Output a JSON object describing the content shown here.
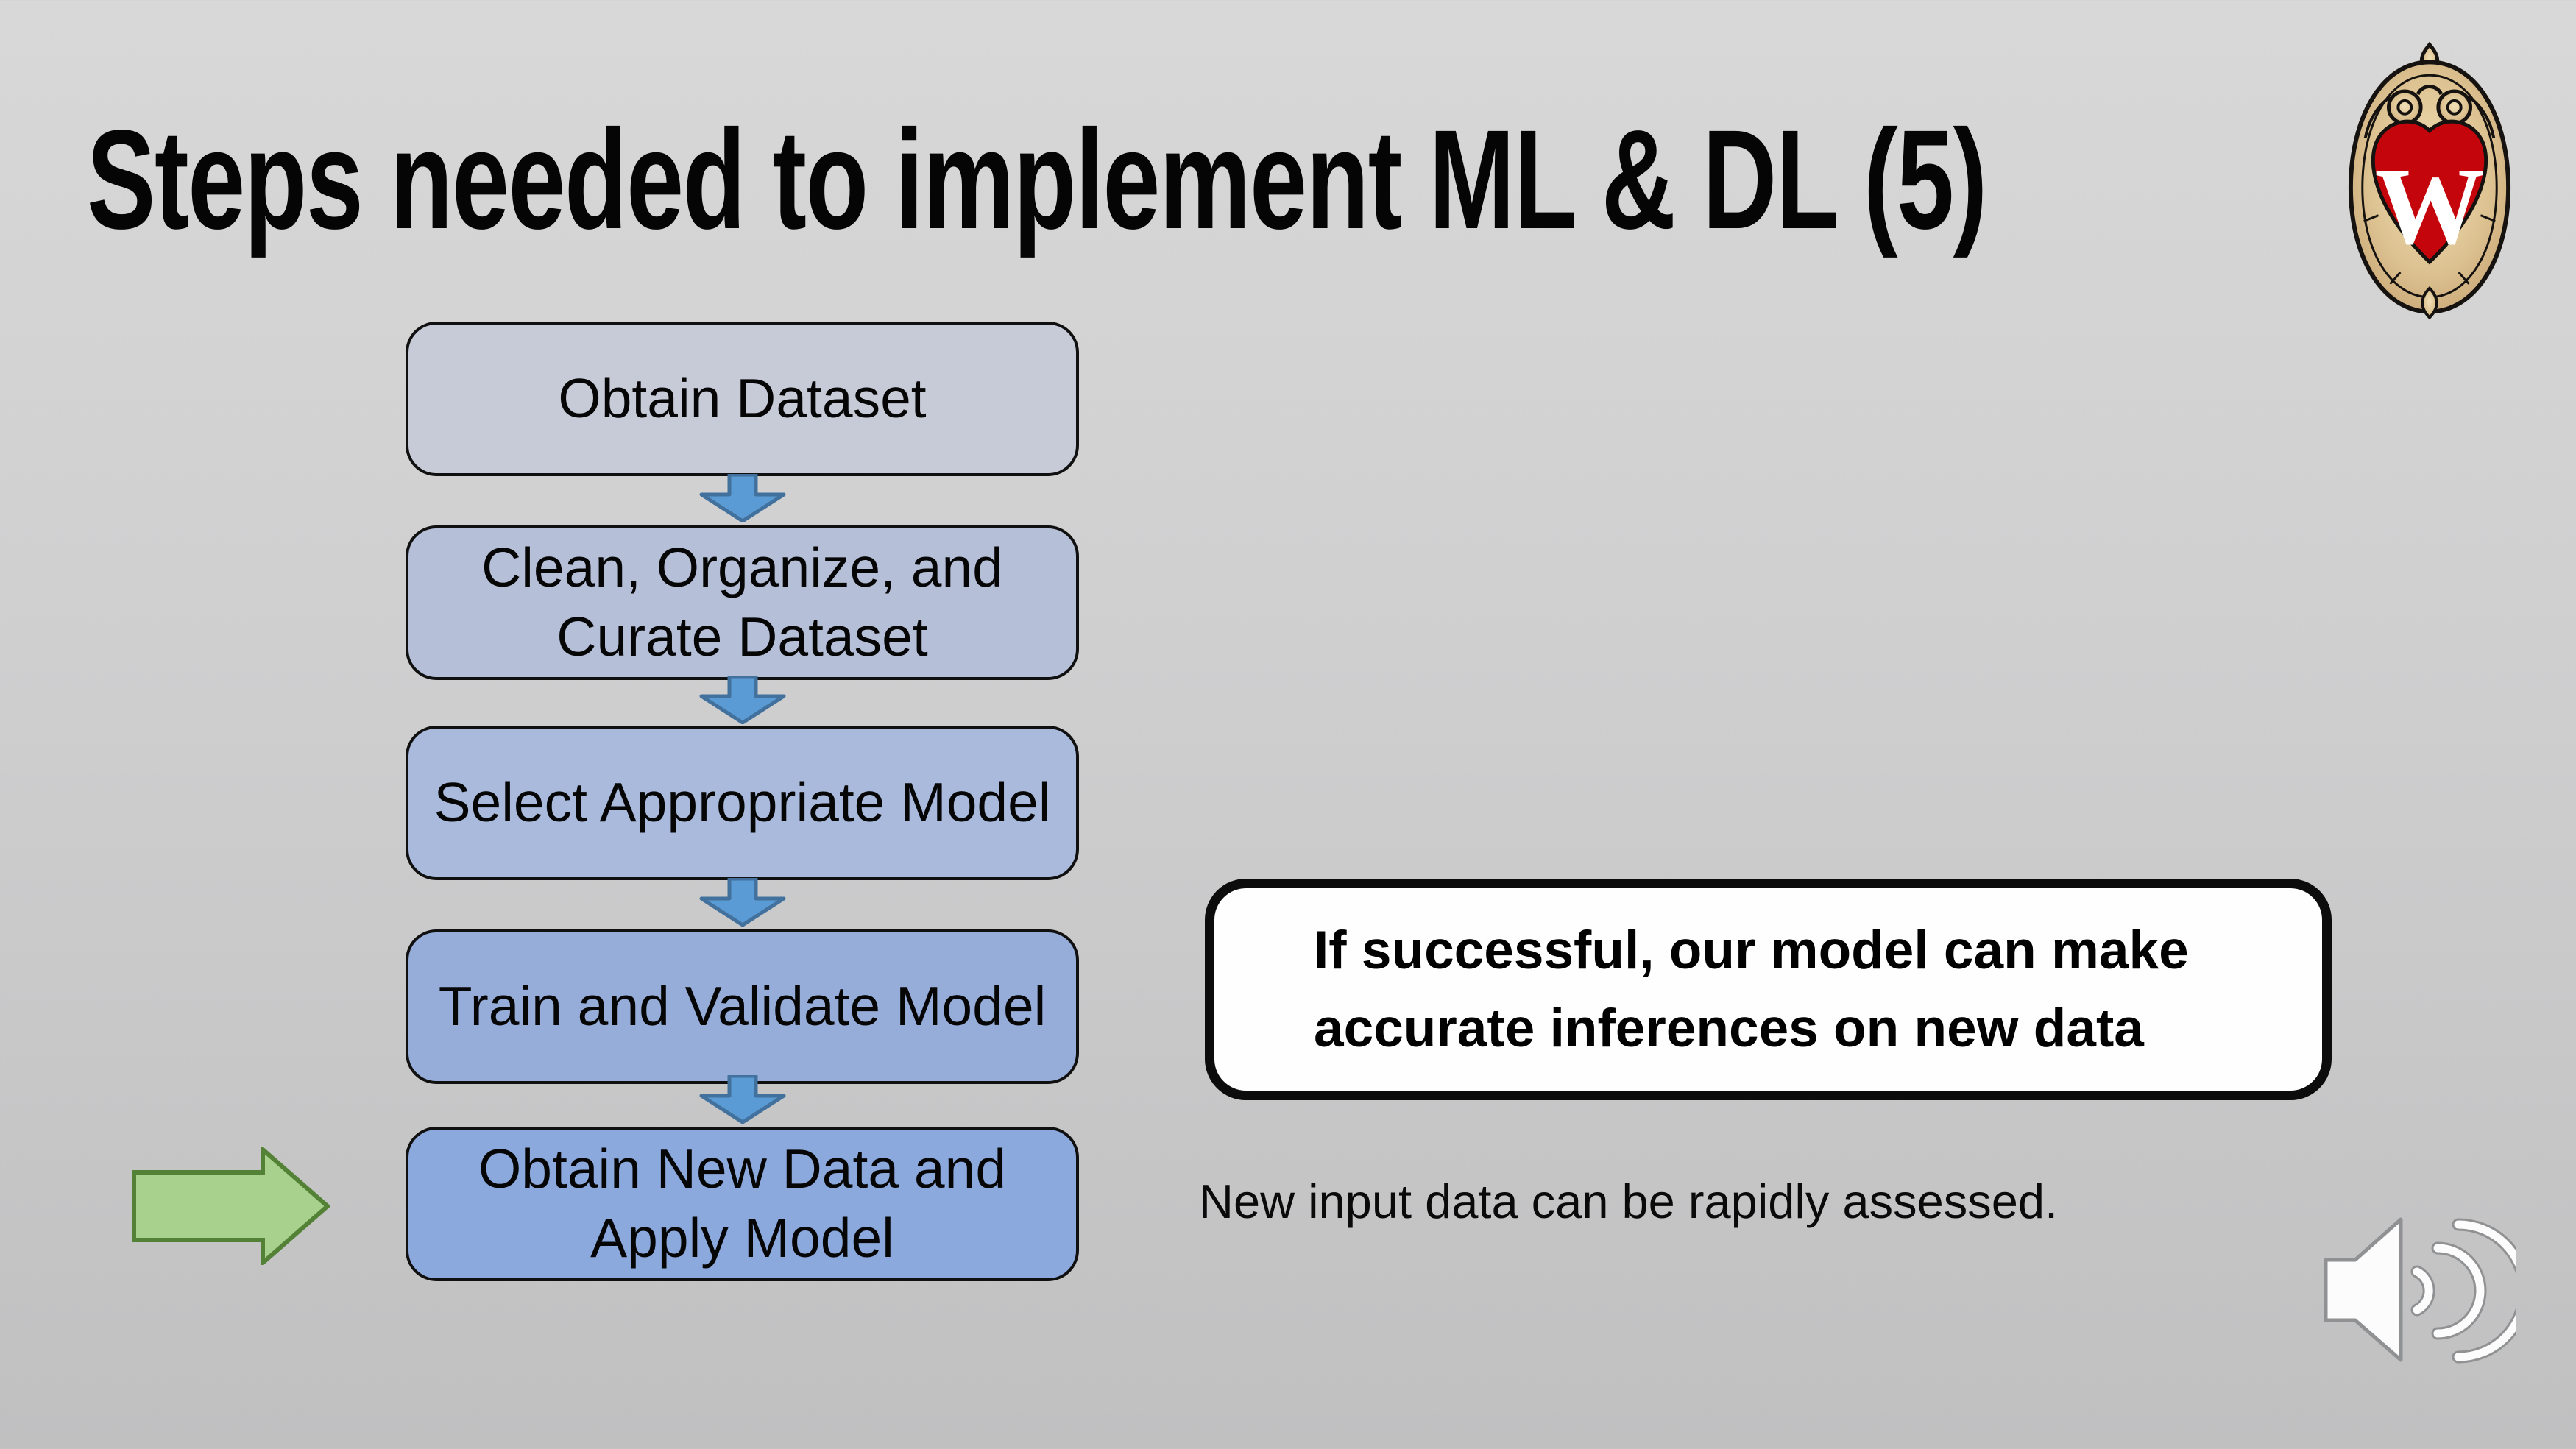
{
  "slide_title": "Steps needed to implement ML & DL (5)",
  "flowchart": {
    "steps": [
      {
        "label": "Obtain Dataset",
        "fill": "#c7cbd7"
      },
      {
        "label": "Clean, Organize, and Curate Dataset",
        "fill": "#b5bfd7"
      },
      {
        "label": "Select Appropriate Model",
        "fill": "#a9badc"
      },
      {
        "label": "Train and Validate Model",
        "fill": "#97add9"
      },
      {
        "label": "Obtain New Data and Apply Model",
        "fill": "#8ca9de"
      }
    ],
    "connector": {
      "icon": "down-arrow-icon",
      "fill": "#5b9bd5",
      "border": "#41719c"
    }
  },
  "highlight_arrow": {
    "icon": "right-arrow-icon",
    "fill": "#a9d18e",
    "border": "#538135"
  },
  "callout": {
    "text": "If successful, our model can make accurate inferences on new data"
  },
  "caption": "New input data can be rapidly assessed.",
  "logo": {
    "icon": "uw-crest-logo",
    "letter": "W",
    "red": "#c5050c",
    "tan": "#d9b98a"
  },
  "audio": {
    "icon": "speaker-sound-icon"
  }
}
